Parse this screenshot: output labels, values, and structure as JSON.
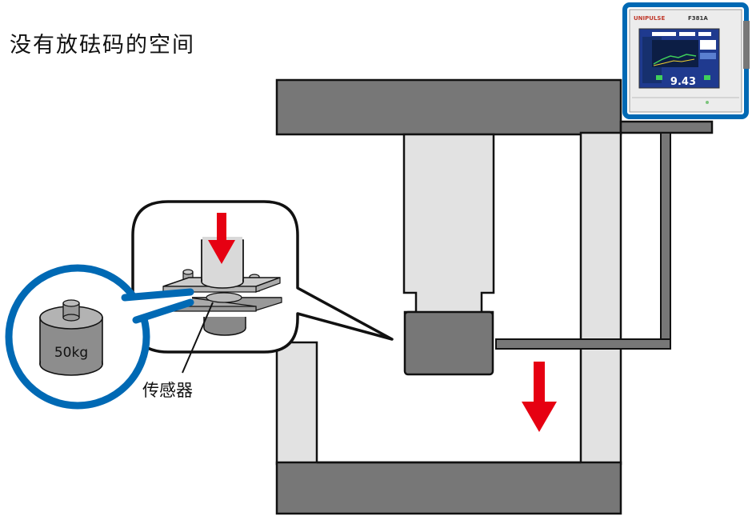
{
  "diagram": {
    "title": "没有放砝码的空间",
    "sensor_label": "传感器",
    "weight_label": "50kg"
  },
  "indicator": {
    "brand": "UNIPULSE",
    "model": "F381A",
    "reading": "9.43"
  },
  "colors": {
    "frame_dark": "#777777",
    "frame_light": "#e2e2e2",
    "arrow_red": "#e60012",
    "highlight_blue": "#0069b4",
    "screen_blue": "#1f3a8f",
    "weight_grey": "#8d8d8d"
  },
  "icons": [
    "down-arrow-icon",
    "weight-icon",
    "load-cell-icon",
    "indicator-device-icon"
  ]
}
